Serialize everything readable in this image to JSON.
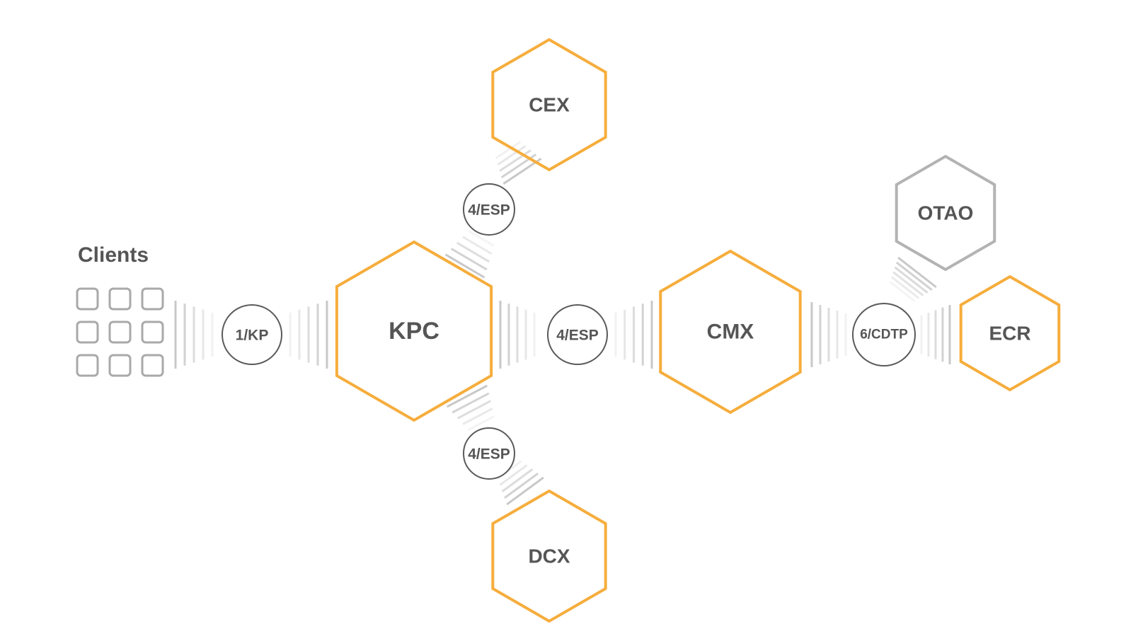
{
  "colors": {
    "active": "#f6ad3c",
    "inactive": "#b3b3b3",
    "text": "#555555",
    "line": "#5a5a5a"
  },
  "clients": {
    "title": "Clients",
    "icon_count": 9
  },
  "nodes": [
    {
      "id": "kpc",
      "label": "KPC",
      "state": "active"
    },
    {
      "id": "cex",
      "label": "CEX",
      "state": "active"
    },
    {
      "id": "dcx",
      "label": "DCX",
      "state": "active"
    },
    {
      "id": "cmx",
      "label": "CMX",
      "state": "active"
    },
    {
      "id": "otao",
      "label": "OTAO",
      "state": "inactive"
    },
    {
      "id": "ecr",
      "label": "ECR",
      "state": "active"
    }
  ],
  "protocols": [
    {
      "id": "clients-kpc",
      "label": "1/KP"
    },
    {
      "id": "kpc-cex",
      "label": "4/ESP"
    },
    {
      "id": "kpc-cmx",
      "label": "4/ESP"
    },
    {
      "id": "kpc-dcx",
      "label": "4/ESP"
    },
    {
      "id": "cmx-ecr",
      "label": "6/CDTP"
    }
  ]
}
